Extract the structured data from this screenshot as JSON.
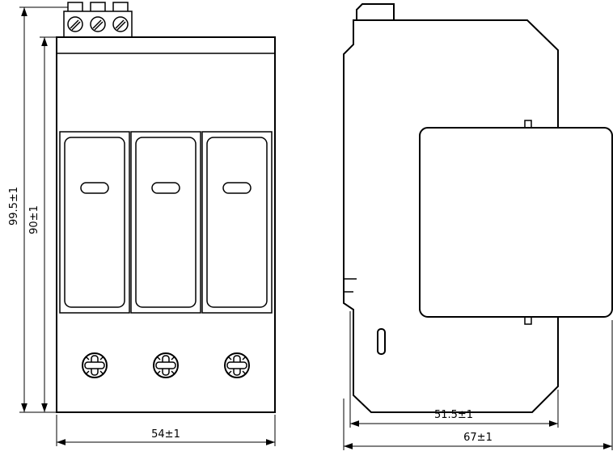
{
  "colors": {
    "background": "#ffffff",
    "line": "#000000"
  },
  "drawing": {
    "front_view": {
      "overall_height": "99.5±1",
      "body_height": "90±1",
      "width": "54±1"
    },
    "side_view": {
      "rail_to_front_depth": "51.5±1",
      "overall_depth": "67±1"
    }
  }
}
